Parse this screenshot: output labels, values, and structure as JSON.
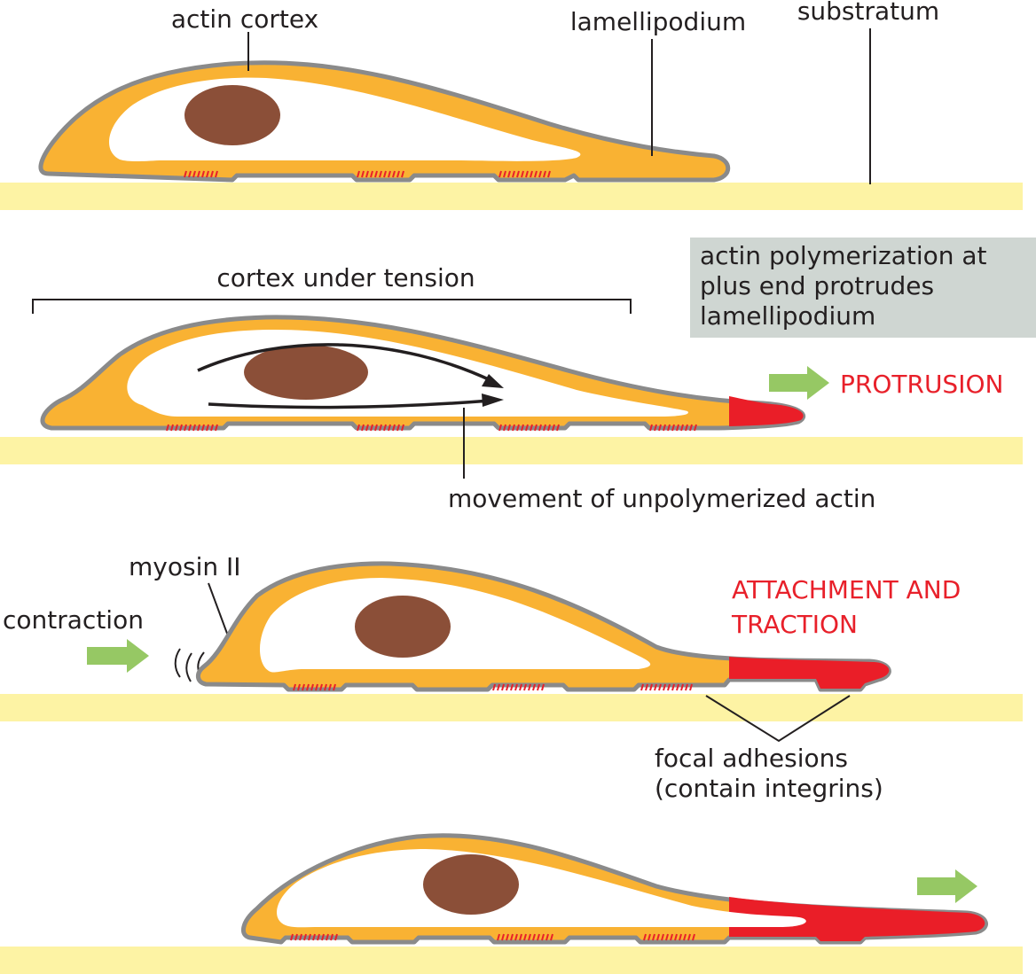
{
  "labels": {
    "actin_cortex": "actin cortex",
    "lamellipodium": "lamellipodium",
    "substratum": "substratum",
    "cortex_under_tension": "cortex under tension",
    "polymerization_line1": "actin polymerization at",
    "polymerization_line2": "plus end protrudes",
    "polymerization_line3": "lamellipodium",
    "protrusion": "PROTRUSION",
    "movement": "movement of unpolymerized actin",
    "myosin": "myosin II",
    "contraction": "contraction",
    "attachment_line1": "ATTACHMENT AND",
    "attachment_line2": "TRACTION",
    "focal_line1": "focal adhesions",
    "focal_line2": "(contain integrins)"
  },
  "colors": {
    "substratum": "#fdf3a4",
    "actin_cortex": "#f9b233",
    "membrane": "#8a8a8a",
    "nucleus": "#8b4f38",
    "polymerized_actin": "#ea1e28",
    "arrow": "#96c864",
    "label_box": "#cfd6d2",
    "emphasis_text": "#e8202a"
  }
}
